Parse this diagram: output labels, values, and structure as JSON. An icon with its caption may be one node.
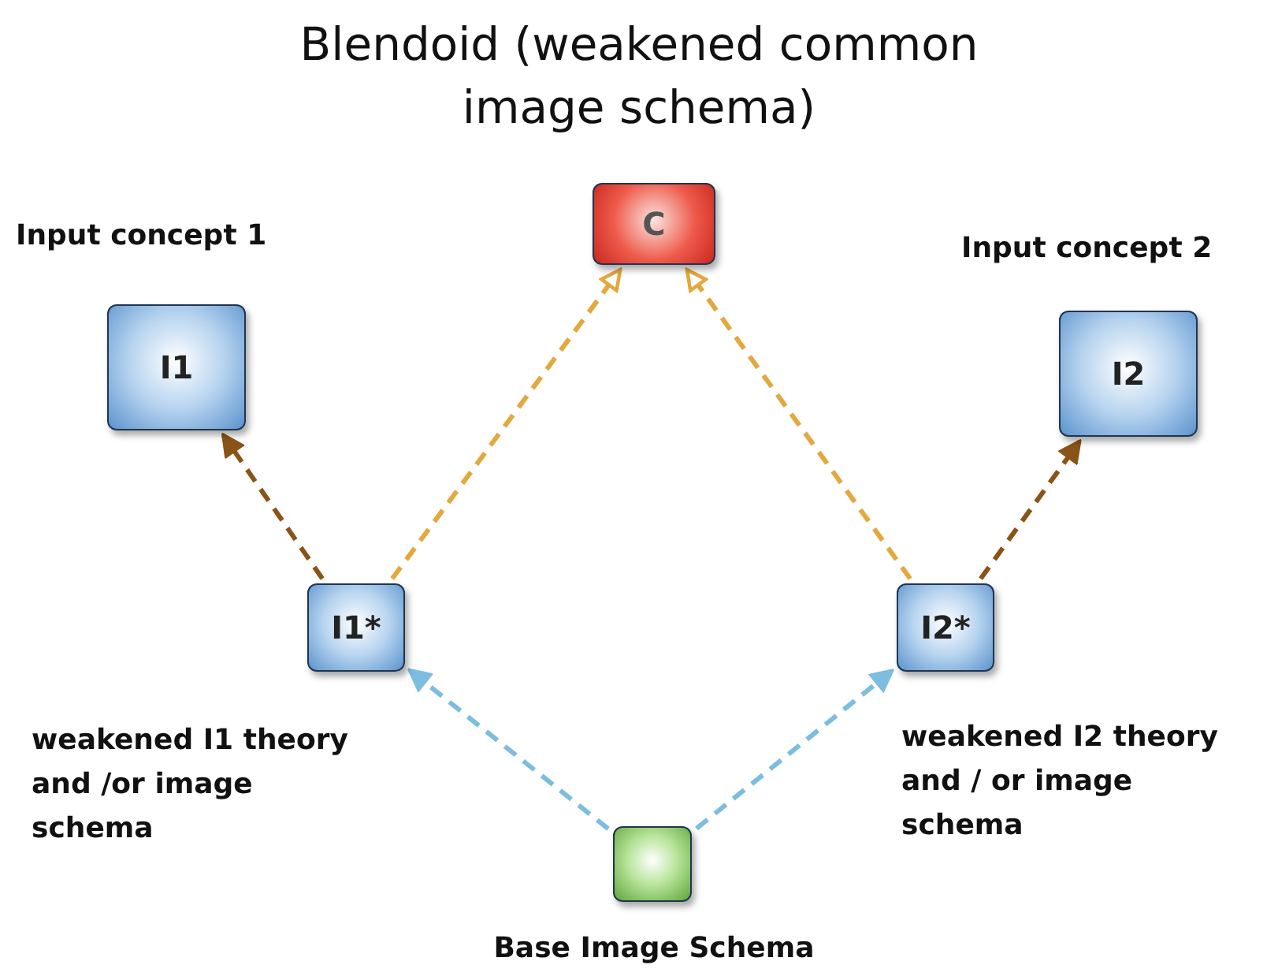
{
  "diagram": {
    "title": "Blendoid (weakened common image schema)",
    "nodes": [
      {
        "text": [
          "C"
        ]
      },
      {
        "text": [
          "I1"
        ],
        "beside": [
          "Input concept 1"
        ]
      },
      {
        "text": [
          "I2"
        ],
        "beside": [
          "Input concept 2"
        ]
      },
      {
        "text": [
          "I1*"
        ],
        "beside": [
          "weakened I1 theory and /or image schema"
        ]
      },
      {
        "text": [
          "I2*"
        ],
        "beside": [
          "weakened I2 theory and / or image schema"
        ]
      },
      {
        "text": [],
        "shape": "box",
        "beside": [
          "Base Image Schema"
        ]
      }
    ],
    "edges": [
      {
        "from": 3,
        "to": 1,
        "arrow": "to",
        "style": "dashed",
        "color": "#8a5418"
      },
      {
        "from": 3,
        "to": 0,
        "arrow": "to",
        "style": "dashed",
        "color": "#e3a83e"
      },
      {
        "from": 4,
        "to": 0,
        "arrow": "to",
        "style": "dashed",
        "color": "#e3a83e"
      },
      {
        "from": 4,
        "to": 2,
        "arrow": "to",
        "style": "dashed",
        "color": "#8a5418"
      },
      {
        "from": 5,
        "to": 3,
        "arrow": "to",
        "style": "dashed",
        "color": "#7cbde0"
      },
      {
        "from": 5,
        "to": 4,
        "arrow": "to",
        "style": "dashed",
        "color": "#7cbde0"
      }
    ]
  }
}
